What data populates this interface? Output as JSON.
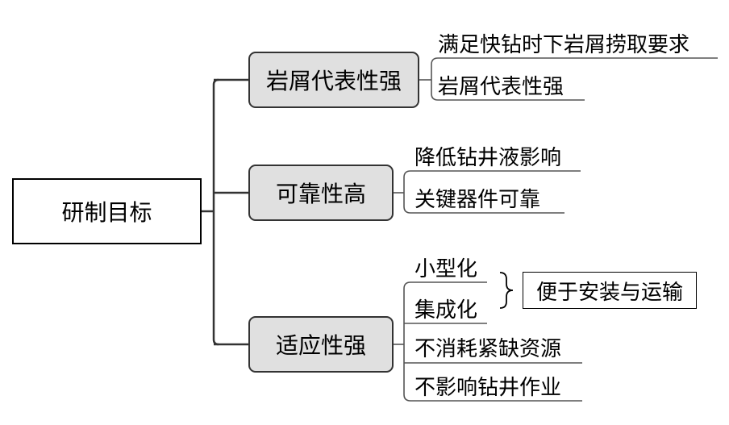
{
  "root": {
    "label": "研制目标"
  },
  "branches": [
    {
      "label": "岩屑代表性强",
      "leaves": [
        "满足快钻时下岩屑捞取要求",
        "岩屑代表性强"
      ]
    },
    {
      "label": "可靠性高",
      "leaves": [
        "降低钻井液影响",
        "关键器件可靠"
      ]
    },
    {
      "label": "适应性强",
      "leaves": [
        "小型化",
        "集成化",
        "不消耗紧缺资源",
        "不影响钻井作业"
      ]
    }
  ],
  "note": {
    "label": "便于安装与运输"
  }
}
